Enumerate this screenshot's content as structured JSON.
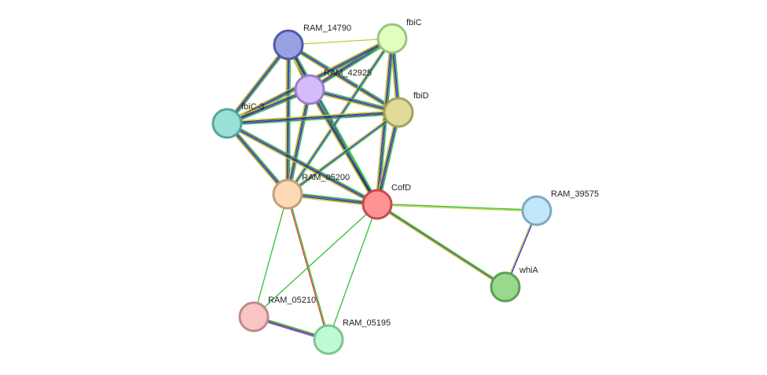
{
  "nodes": [
    {
      "id": "RAM_14790",
      "label": "RAM_14790",
      "fill": "#9aa1e0",
      "stroke": "#4f5aa8"
    },
    {
      "id": "fbiC",
      "label": "fbiC",
      "fill": "#e0ffc0",
      "stroke": "#9cc47a"
    },
    {
      "id": "RAM_42925",
      "label": "RAM_42925",
      "fill": "#d4bcfa",
      "stroke": "#9a7fc9"
    },
    {
      "id": "fbiD",
      "label": "fbiD",
      "fill": "#dedc98",
      "stroke": "#a4a25a"
    },
    {
      "id": "fbiC-3",
      "label": "fbiC-3",
      "fill": "#98e0d8",
      "stroke": "#55a69c"
    },
    {
      "id": "RAM_05200",
      "label": "RAM_05200",
      "fill": "#fdd9b6",
      "stroke": "#c4a07e"
    },
    {
      "id": "CofD",
      "label": "CofD",
      "fill": "#ff9292",
      "stroke": "#c84a4a"
    },
    {
      "id": "RAM_39575",
      "label": "RAM_39575",
      "fill": "#c2e6fa",
      "stroke": "#7fa9c4"
    },
    {
      "id": "whiA",
      "label": "whiA",
      "fill": "#98d98e",
      "stroke": "#5e9e55"
    },
    {
      "id": "RAM_05210",
      "label": "RAM_05210",
      "fill": "#f8c4c4",
      "stroke": "#c08a8a"
    },
    {
      "id": "RAM_05195",
      "label": "RAM_05195",
      "fill": "#bffad2",
      "stroke": "#7ec394"
    }
  ],
  "edge_colors": {
    "green": "#32c032",
    "blue": "#2828d2",
    "yellow": "#c8c83c",
    "red": "#e03030",
    "dark": "#404040",
    "purple": "#8a2be2"
  },
  "edges": [
    {
      "source": "RAM_14790",
      "target": "fbiC",
      "colors": [
        "yellow"
      ]
    },
    {
      "source": "RAM_14790",
      "target": "RAM_42925",
      "colors": [
        "green",
        "blue",
        "dark",
        "yellow"
      ]
    },
    {
      "source": "RAM_14790",
      "target": "fbiD",
      "colors": [
        "green",
        "blue",
        "dark",
        "yellow"
      ]
    },
    {
      "source": "RAM_14790",
      "target": "fbiC-3",
      "colors": [
        "green",
        "blue",
        "dark",
        "yellow"
      ]
    },
    {
      "source": "RAM_14790",
      "target": "RAM_05200",
      "colors": [
        "green",
        "blue",
        "dark",
        "yellow"
      ]
    },
    {
      "source": "RAM_14790",
      "target": "CofD",
      "colors": [
        "green",
        "blue",
        "dark",
        "yellow"
      ]
    },
    {
      "source": "fbiC",
      "target": "RAM_42925",
      "colors": [
        "green",
        "blue",
        "dark",
        "yellow"
      ]
    },
    {
      "source": "fbiC",
      "target": "fbiD",
      "colors": [
        "green",
        "blue",
        "dark",
        "yellow"
      ]
    },
    {
      "source": "fbiC",
      "target": "fbiC-3",
      "colors": [
        "green",
        "blue",
        "dark",
        "yellow"
      ]
    },
    {
      "source": "fbiC",
      "target": "RAM_05200",
      "colors": [
        "green",
        "blue",
        "yellow"
      ]
    },
    {
      "source": "fbiC",
      "target": "CofD",
      "colors": [
        "green",
        "blue",
        "dark",
        "yellow"
      ]
    },
    {
      "source": "RAM_42925",
      "target": "fbiD",
      "colors": [
        "green",
        "blue",
        "dark",
        "yellow"
      ]
    },
    {
      "source": "RAM_42925",
      "target": "fbiC-3",
      "colors": [
        "green",
        "blue",
        "dark",
        "yellow"
      ]
    },
    {
      "source": "RAM_42925",
      "target": "RAM_05200",
      "colors": [
        "green",
        "blue",
        "dark",
        "yellow"
      ]
    },
    {
      "source": "RAM_42925",
      "target": "CofD",
      "colors": [
        "green",
        "blue",
        "dark",
        "yellow"
      ]
    },
    {
      "source": "fbiD",
      "target": "fbiC-3",
      "colors": [
        "green",
        "blue",
        "dark",
        "yellow"
      ]
    },
    {
      "source": "fbiD",
      "target": "RAM_05200",
      "colors": [
        "green",
        "blue",
        "yellow"
      ]
    },
    {
      "source": "fbiD",
      "target": "CofD",
      "colors": [
        "green",
        "blue",
        "dark",
        "yellow"
      ]
    },
    {
      "source": "fbiC-3",
      "target": "RAM_05200",
      "colors": [
        "green",
        "blue",
        "dark",
        "yellow"
      ]
    },
    {
      "source": "fbiC-3",
      "target": "CofD",
      "colors": [
        "green",
        "blue",
        "dark",
        "yellow"
      ]
    },
    {
      "source": "RAM_05200",
      "target": "CofD",
      "colors": [
        "green",
        "blue",
        "dark",
        "yellow"
      ]
    },
    {
      "source": "RAM_05200",
      "target": "RAM_05210",
      "colors": [
        "green"
      ]
    },
    {
      "source": "RAM_05200",
      "target": "RAM_05195",
      "colors": [
        "green",
        "red"
      ]
    },
    {
      "source": "CofD",
      "target": "RAM_39575",
      "colors": [
        "green",
        "yellow"
      ]
    },
    {
      "source": "CofD",
      "target": "whiA",
      "colors": [
        "green",
        "dark",
        "yellow"
      ]
    },
    {
      "source": "CofD",
      "target": "RAM_05210",
      "colors": [
        "green"
      ]
    },
    {
      "source": "CofD",
      "target": "RAM_05195",
      "colors": [
        "green"
      ]
    },
    {
      "source": "RAM_39575",
      "target": "whiA",
      "colors": [
        "blue",
        "yellow"
      ]
    },
    {
      "source": "RAM_05210",
      "target": "RAM_05195",
      "colors": [
        "green",
        "dark",
        "purple"
      ]
    }
  ]
}
